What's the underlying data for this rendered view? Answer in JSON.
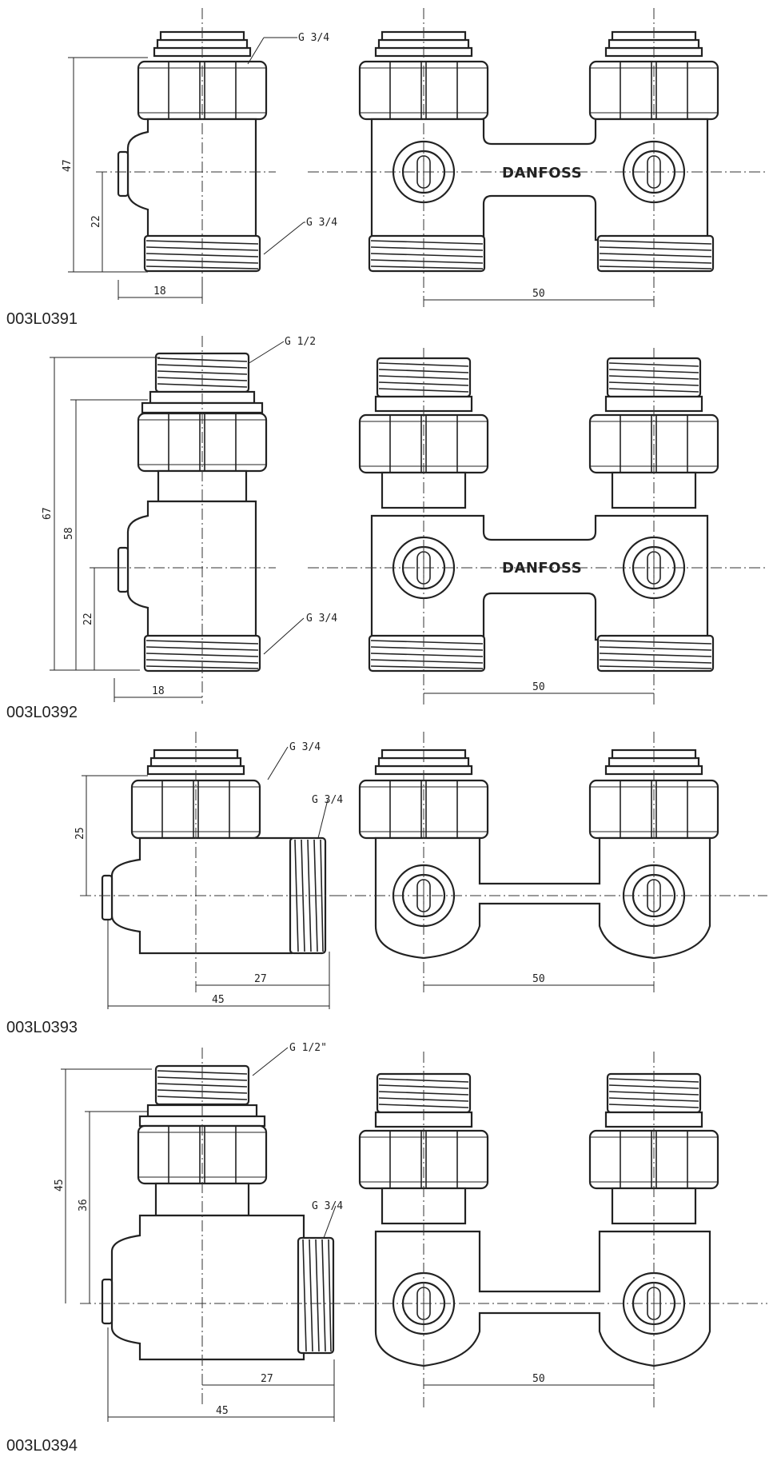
{
  "variants": [
    {
      "code": "003L0391",
      "top_thread": "G 3/4",
      "bottom_thread": "G 3/4",
      "dims": {
        "height": "47",
        "center_height": "22",
        "offset": "18",
        "spacing": "50"
      },
      "brand": "DANFOSS"
    },
    {
      "code": "003L0392",
      "top_thread": "G 1/2",
      "bottom_thread": "G 3/4",
      "dims": {
        "height": "67",
        "mid_height": "58",
        "center_height": "22",
        "offset": "18",
        "spacing": "50"
      },
      "brand": "DANFOSS"
    },
    {
      "code": "003L0393",
      "top_thread": "G 3/4",
      "side_thread": "G 3/4",
      "dims": {
        "height": "25",
        "inner_length": "27",
        "length": "45",
        "spacing": "50"
      }
    },
    {
      "code": "003L0394",
      "top_thread": "G 1/2\"",
      "side_thread": "G 3/4",
      "dims": {
        "height": "45",
        "mid_height": "36",
        "inner_length": "27",
        "length": "45",
        "spacing": "50"
      }
    }
  ]
}
